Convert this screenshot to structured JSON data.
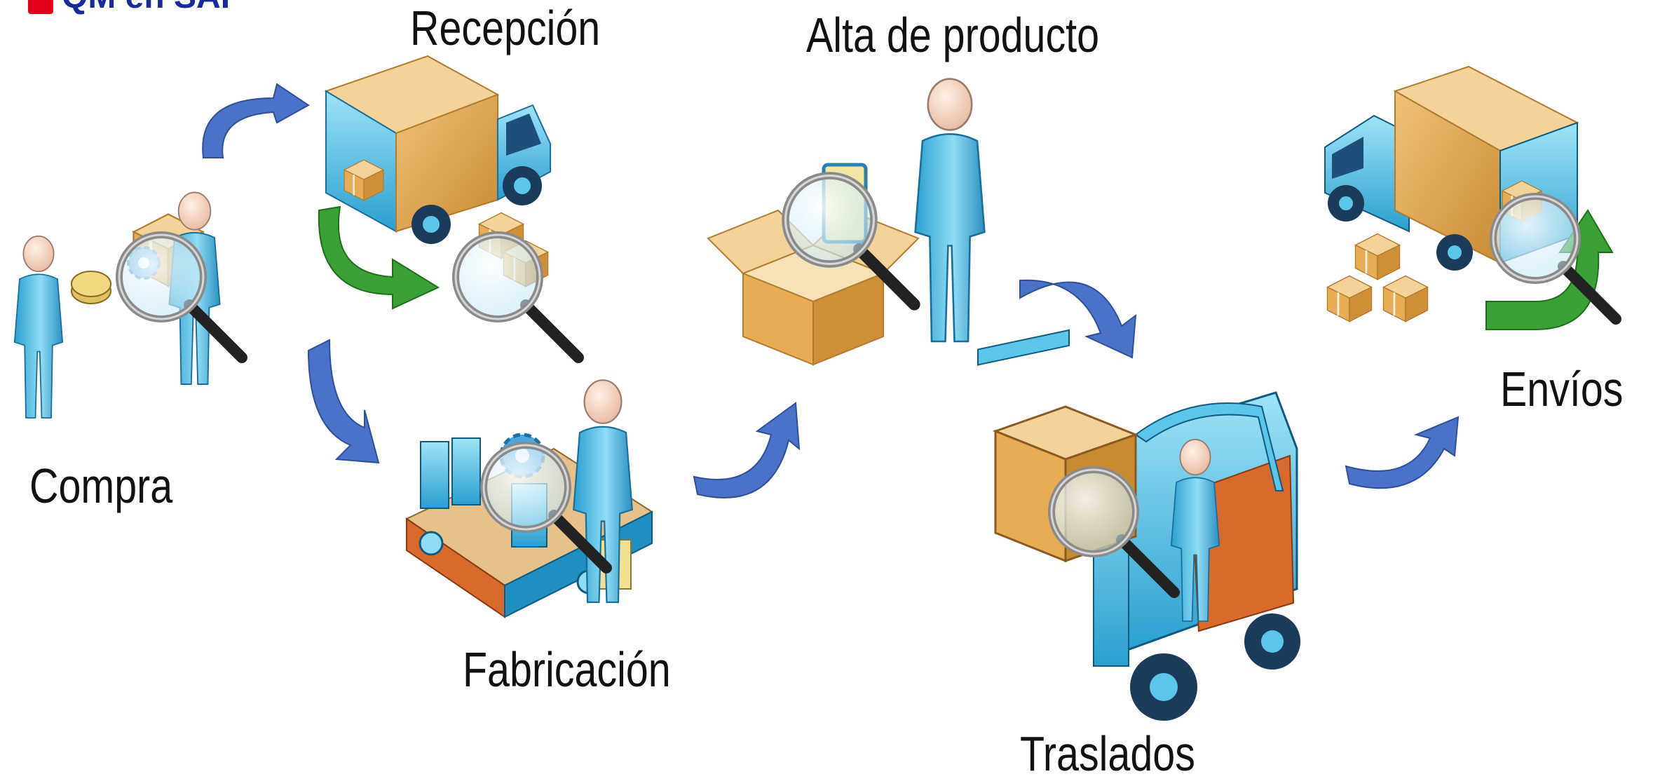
{
  "logo": {
    "text": "QM en SAP"
  },
  "steps": {
    "compra": "Compra",
    "recepcion": "Recepción",
    "fabricacion": "Fabricación",
    "alta_producto": "Alta de producto",
    "traslados": "Traslados",
    "envios": "Envíos"
  },
  "colors": {
    "arrow_blue": "#4a72c8",
    "arrow_green": "#3aa035",
    "person": "#5cc6ea",
    "box": "#dca24a",
    "truck": "#5bc4e6",
    "conveyor": "#d86a2c"
  },
  "icons": [
    "person-icon",
    "magnifier-icon",
    "truck-icon",
    "box-icon",
    "forklift-icon",
    "conveyor-icon",
    "gear-icon",
    "coins-icon"
  ]
}
